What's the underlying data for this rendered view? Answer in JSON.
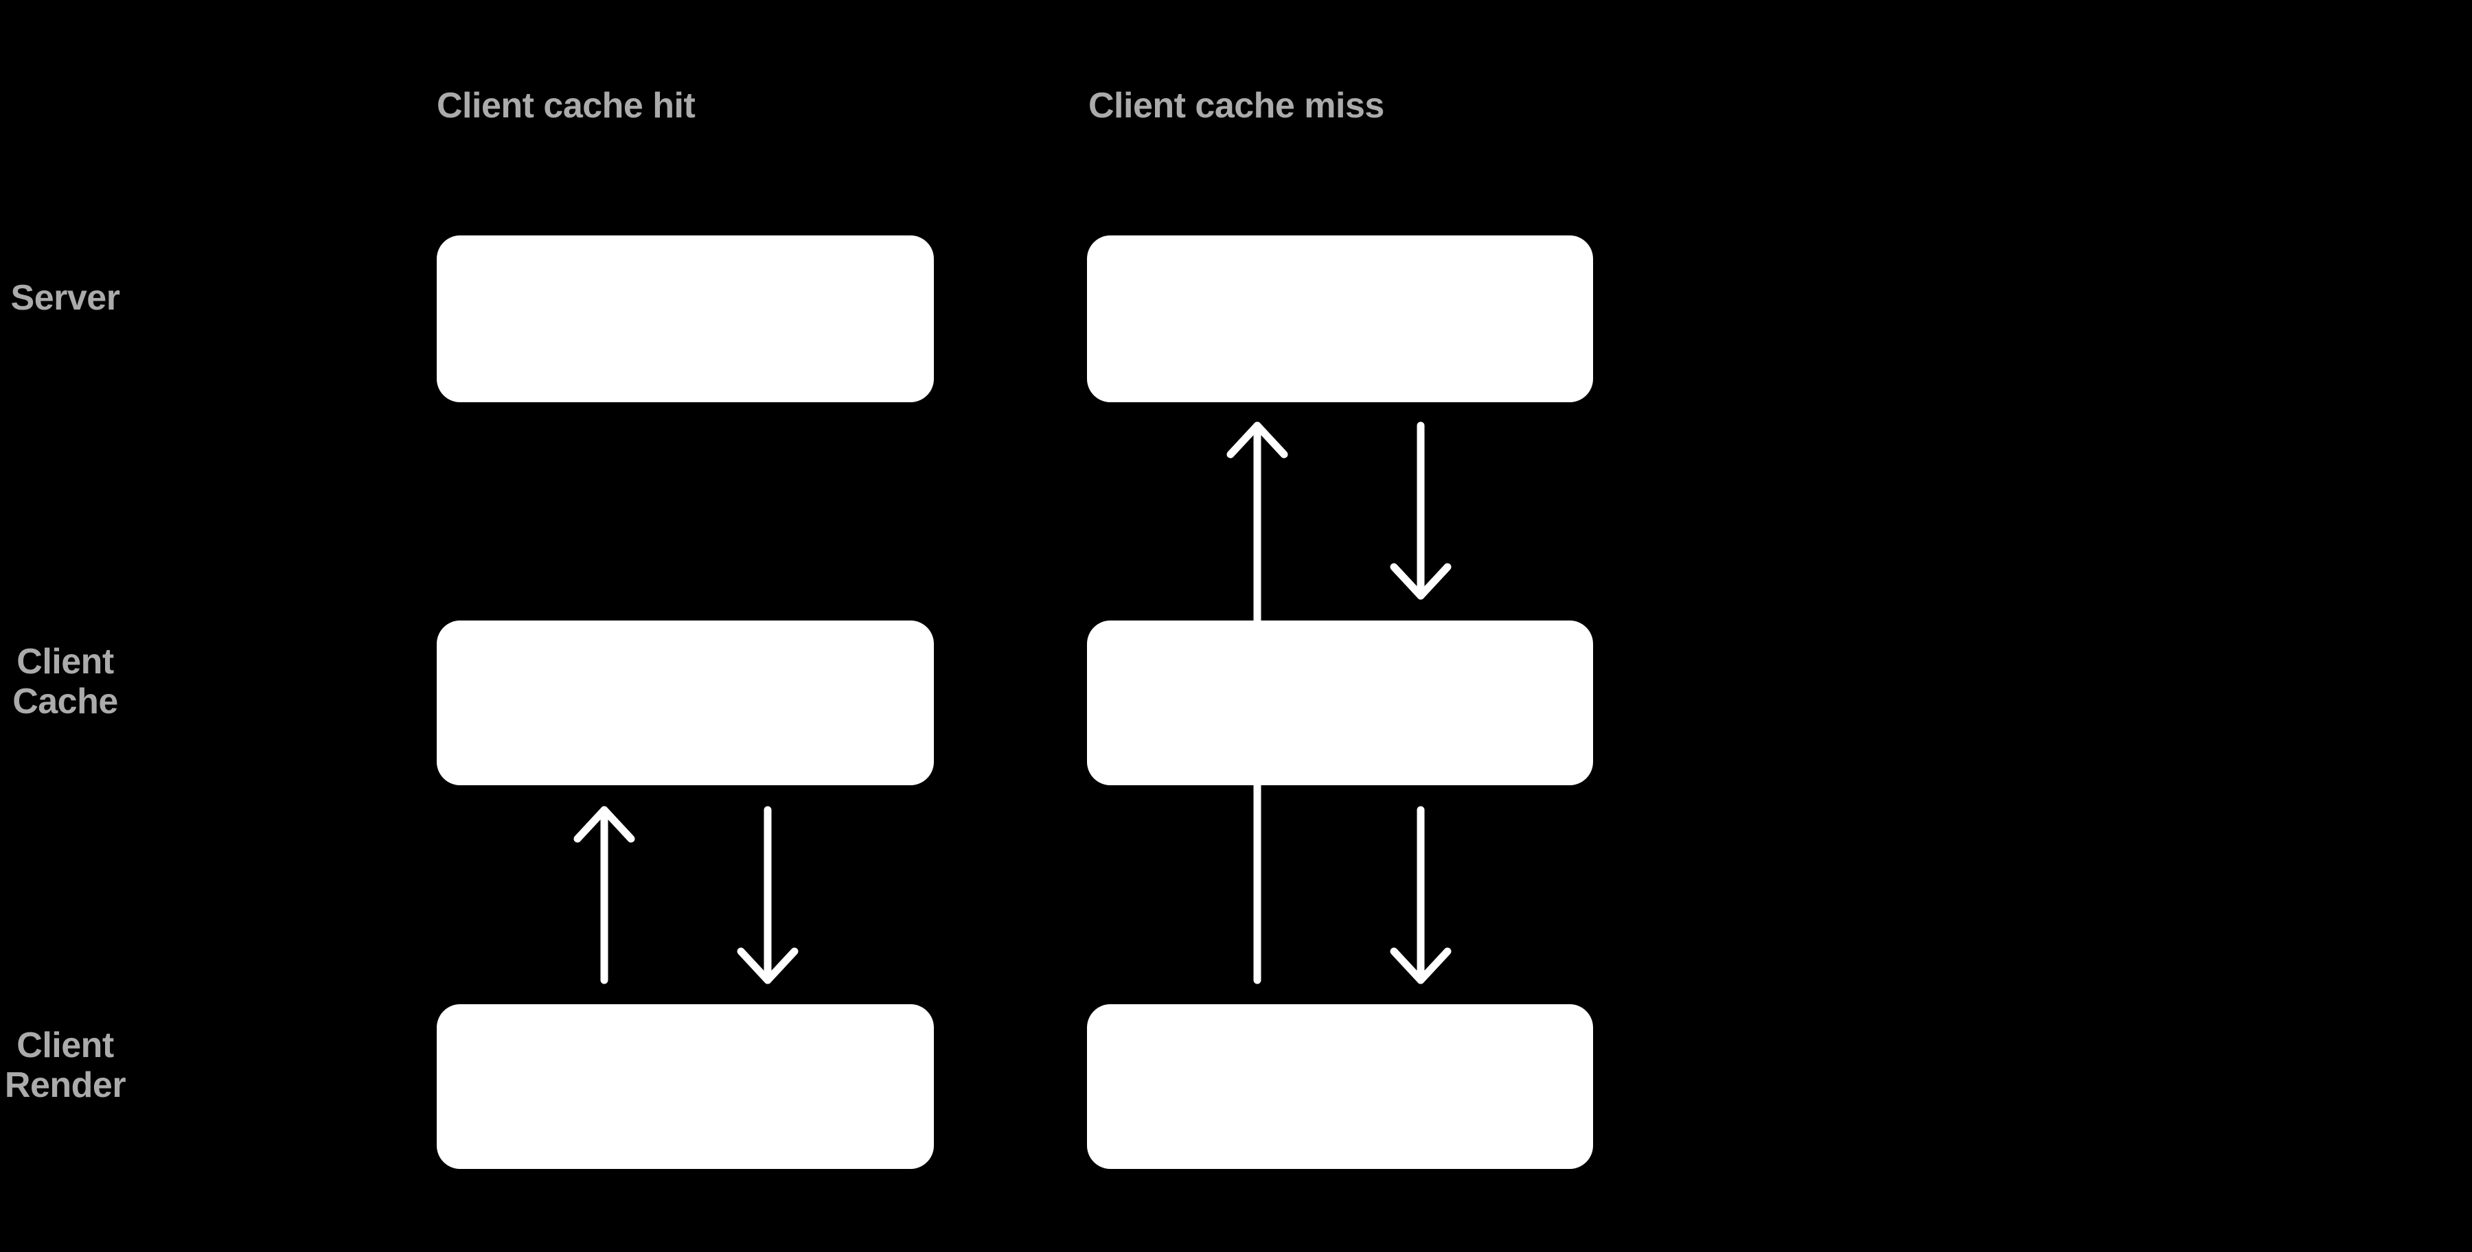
{
  "diagram": {
    "title": "Client cache hit vs. client cache miss request flow",
    "background_color": "#000000",
    "box_color": "#ffffff",
    "label_color": "#ababab",
    "arrow_color": "#ffffff",
    "columns": [
      {
        "id": "hit",
        "label": "Client cache hit"
      },
      {
        "id": "miss",
        "label": "Client cache miss"
      }
    ],
    "rows": [
      {
        "id": "server",
        "label": "Server"
      },
      {
        "id": "client-cache",
        "label": "Client\nCache"
      },
      {
        "id": "client-render",
        "label": "Client\nRender"
      }
    ],
    "nodes": [
      {
        "column": "hit",
        "row": "server",
        "label": ""
      },
      {
        "column": "hit",
        "row": "client-cache",
        "label": ""
      },
      {
        "column": "hit",
        "row": "client-render",
        "label": ""
      },
      {
        "column": "miss",
        "row": "server",
        "label": ""
      },
      {
        "column": "miss",
        "row": "client-cache",
        "label": ""
      },
      {
        "column": "miss",
        "row": "client-render",
        "label": ""
      }
    ],
    "arrows": [
      {
        "column": "hit",
        "from": "client-render",
        "to": "client-cache",
        "direction": "up",
        "label": ""
      },
      {
        "column": "hit",
        "from": "client-cache",
        "to": "client-render",
        "direction": "down",
        "label": ""
      },
      {
        "column": "miss",
        "from": "client-render",
        "to": "server",
        "direction": "up",
        "label": "",
        "passes_through": "client-cache"
      },
      {
        "column": "miss",
        "from": "server",
        "to": "client-cache",
        "direction": "down",
        "label": ""
      },
      {
        "column": "miss",
        "from": "client-cache",
        "to": "client-render",
        "direction": "down",
        "label": ""
      }
    ]
  }
}
